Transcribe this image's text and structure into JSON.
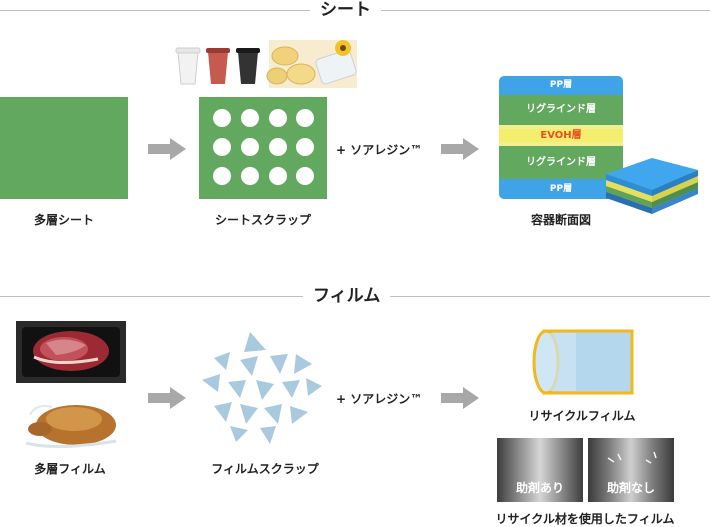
{
  "sections": {
    "sheet": {
      "title": "シート",
      "captions": {
        "multilayer": "多層シート",
        "scrap": "シートスクラップ",
        "container": "容器断面図"
      },
      "additive": "+ ソアレジン™",
      "layers": [
        "PP層",
        "リグラインド層",
        "EVOH層",
        "リグラインド層",
        "PP層"
      ]
    },
    "film": {
      "title": "フィルム",
      "captions": {
        "multilayer": "多層フィルム",
        "scrap": "フィルムスクラップ",
        "recycle": "リサイクルフィルム",
        "recycle_used": "リサイクル材を使用したフィルム"
      },
      "additive": "+ ソアレジン™",
      "badges": {
        "with": "助剤あり",
        "without": "助剤なし"
      }
    }
  },
  "colors": {
    "green": "#63a85f",
    "blue": "#3fa3e8",
    "evoh_text": "#e8501e",
    "arrow": "#a8a8a8",
    "scrap_blue": "#a9c9df"
  }
}
